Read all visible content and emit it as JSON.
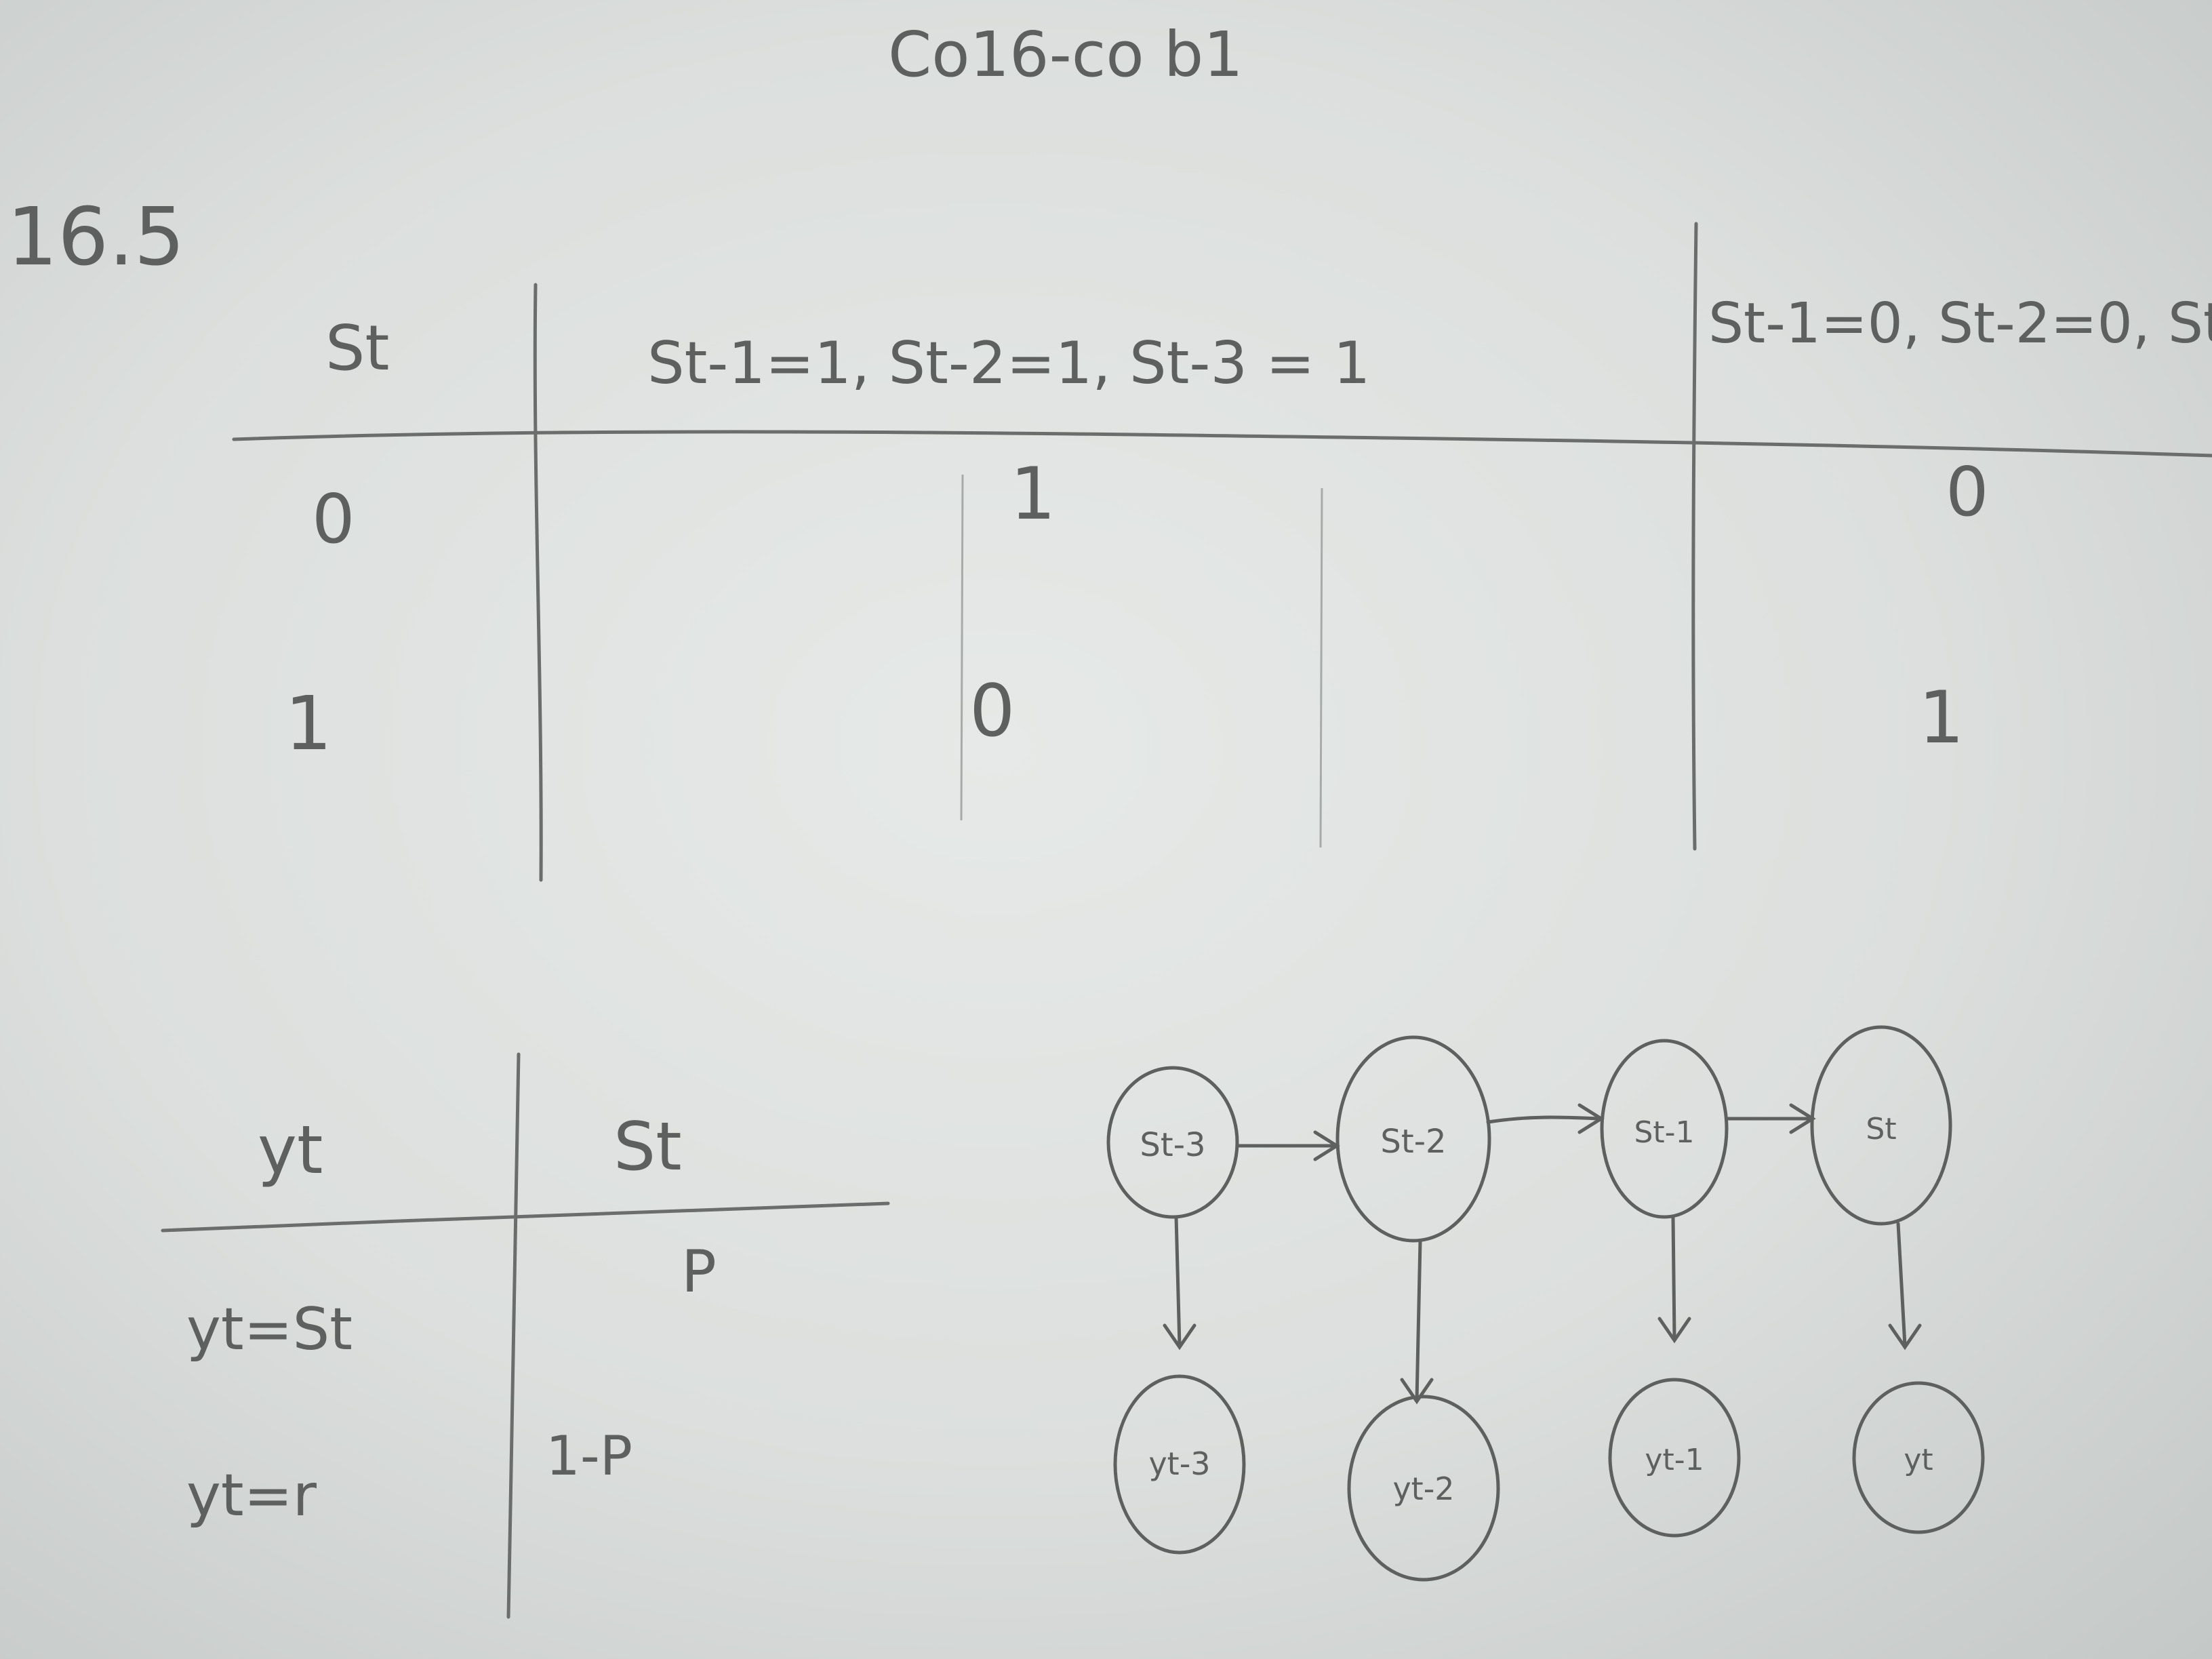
{
  "page": {
    "header_scrawl": "Co16-co b1",
    "problem_number": "16.5"
  },
  "transition_table": {
    "header": {
      "state_col": "St",
      "condition_a": "St-1=1, St-2=1, St-3 = 1",
      "condition_b": "St-1=0, St-2=0, St-"
    },
    "rows": [
      {
        "state": "0",
        "value_a": "1",
        "value_b": "0"
      },
      {
        "state": "1",
        "value_a": "0",
        "value_b": "1"
      }
    ]
  },
  "emission_table": {
    "header": {
      "obs_col": "yt",
      "state_col": "St"
    },
    "rows": [
      {
        "case": "yt=St",
        "prob": "P"
      },
      {
        "case": "yt=r",
        "prob": "1-P"
      }
    ]
  },
  "hmm_diagram": {
    "hidden_nodes": [
      "St-3",
      "St-2",
      "St-1",
      "St"
    ],
    "observed_nodes": [
      "yt-3",
      "yt-2",
      "yt-1",
      "yt"
    ]
  },
  "colors": {
    "paper": "#e2e5e3",
    "ink": "#5d605f"
  }
}
